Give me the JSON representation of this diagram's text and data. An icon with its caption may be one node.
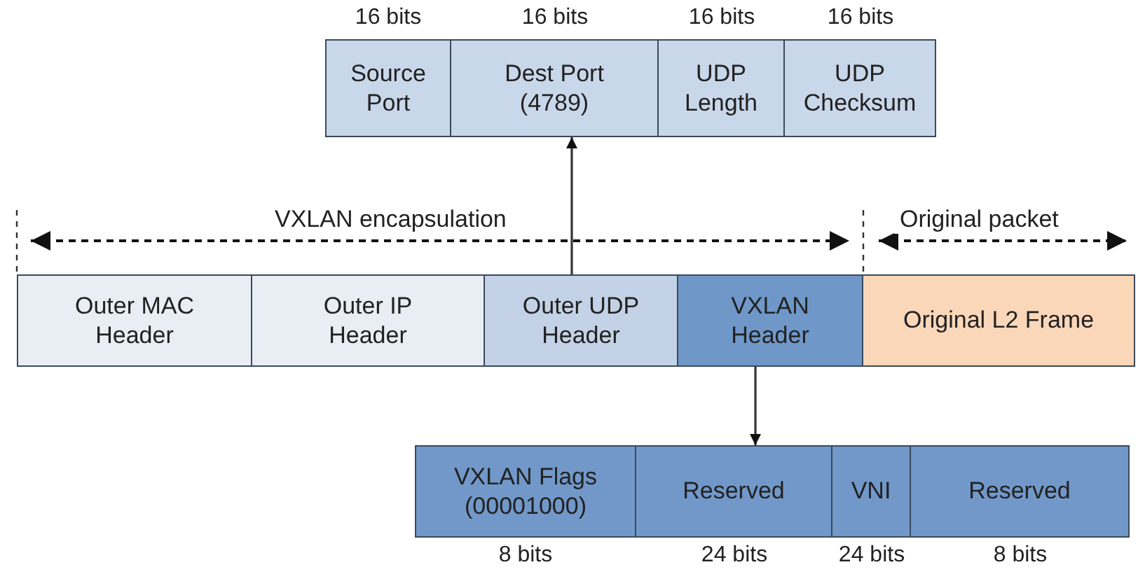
{
  "diagram": {
    "nodes": [
      {
        "text": [
          "Source Port"
        ],
        "beside": [
          "16 bits"
        ]
      },
      {
        "text": [
          "Dest Port (4789)"
        ],
        "beside": [
          "16 bits"
        ]
      },
      {
        "text": [
          "UDP Length"
        ],
        "beside": [
          "16 bits"
        ]
      },
      {
        "text": [
          "UDP Checksum"
        ],
        "beside": [
          "16 bits"
        ]
      },
      {
        "text": [
          "Outer MAC Header"
        ]
      },
      {
        "text": [
          "Outer IP Header"
        ]
      },
      {
        "text": [
          "Outer UDP Header"
        ]
      },
      {
        "text": [
          "VXLAN Header"
        ]
      },
      {
        "text": [
          "Original L2 Frame"
        ]
      },
      {
        "text": [
          "VXLAN Flags (00001000)"
        ],
        "beside": [
          "8 bits"
        ]
      },
      {
        "text": [
          "Reserved"
        ],
        "beside": [
          "24 bits"
        ]
      },
      {
        "text": [
          "VNI"
        ],
        "beside": [
          "24 bits"
        ]
      },
      {
        "text": [
          "Reserved"
        ],
        "beside": [
          "8 bits"
        ]
      }
    ],
    "edges": [
      {
        "from": 6,
        "to": 1,
        "arrow": "to"
      },
      {
        "from": 7,
        "to": 10,
        "arrow": "to"
      }
    ],
    "labels": [
      "VXLAN encapsulation",
      "Original packet"
    ]
  }
}
